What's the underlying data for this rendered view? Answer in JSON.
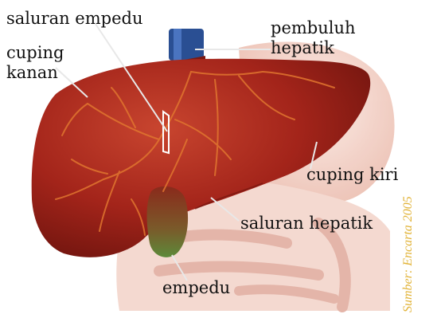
{
  "labels": {
    "bile_duct": "saluran empedu",
    "hepatic_vessel_line1": "pembuluh",
    "hepatic_vessel_line2": "hepatik",
    "right_lobe_line1": "cuping",
    "right_lobe_line2": "kanan",
    "left_lobe": "cuping kiri",
    "hepatic_duct": "saluran hepatik",
    "gallbladder": "empedu"
  },
  "credit": {
    "prefix": "Sumber:",
    "source": "Encarta 2005"
  },
  "colors": {
    "liver": "#a3241a",
    "liver_highlight": "#c8452f",
    "liver_shadow": "#6e140e",
    "vessels": "#e0752f",
    "gallbladder": "#5d8a3a",
    "portal_vein": "#2a4f93",
    "background_organs": "#f1d0c6",
    "credit_text": "#e2b43a"
  }
}
